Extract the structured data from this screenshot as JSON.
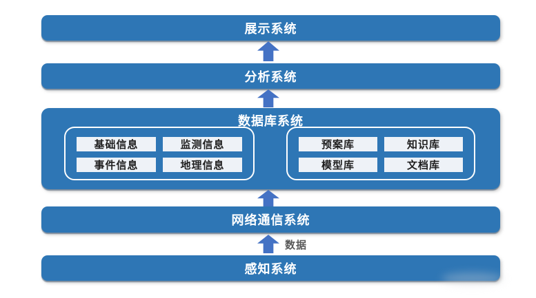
{
  "diagram": {
    "layers": {
      "display": "展示系统",
      "analysis": "分析系统",
      "database": "数据库系统",
      "network": "网络通信系统",
      "perception": "感知系统"
    },
    "database_groups": {
      "left": [
        "基础信息",
        "监测信息",
        "事件信息",
        "地理信息"
      ],
      "right": [
        "预案库",
        "知识库",
        "模型库",
        "文档库"
      ]
    },
    "arrow_label": "数据",
    "colors": {
      "bar_blue": "#2E76B5",
      "arrow_blue": "#4472C4",
      "chip_background": "#EEF2F7",
      "chip_text": "#1F1F1F",
      "bar_text": "#FFFFFF",
      "arrow_label_gray": "#595959",
      "background": "#FFFFFF"
    }
  }
}
